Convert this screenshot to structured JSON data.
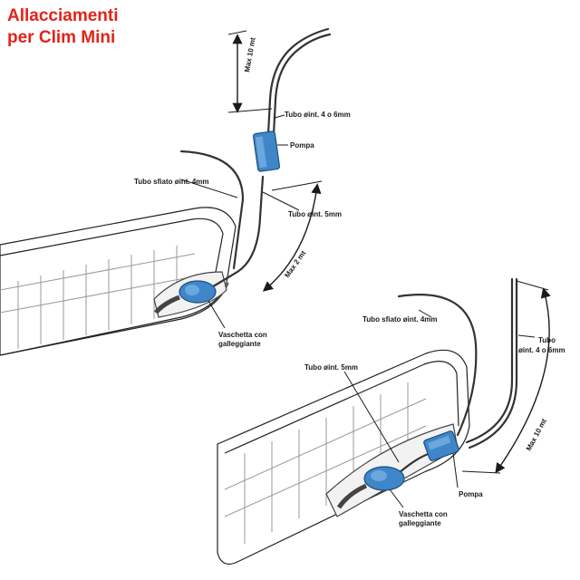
{
  "title": {
    "line1": "Allacciamenti",
    "line2": "per Clim Mini"
  },
  "colors": {
    "title": "#e2231a",
    "pump": "#3f86c9",
    "outline": "#222222",
    "unit_fill": "#ffffff"
  },
  "diagram1": {
    "max_10": "Max 10 mt",
    "tubo_4_6": "Tubo øint. 4 o 6mm",
    "pompa": "Pompa",
    "tubo_sfiato": "Tubo sfiato øint. 4mm",
    "tubo_5": "Tubo øint. 5mm",
    "max_2": "Max 2 mt",
    "vaschetta_1": "Vaschetta con",
    "vaschetta_2": "galleggiante"
  },
  "diagram2": {
    "tubo_sfiato": "Tubo sfiato øint. 4mm",
    "tubo_46_1": "Tubo",
    "tubo_46_2": "øint. 4 o 6mm",
    "tubo_5": "Tubo øint. 5mm",
    "max_10": "Max 10 mt",
    "pompa": "Pompa",
    "vaschetta_1": "Vaschetta con",
    "vaschetta_2": "galleggiante"
  }
}
